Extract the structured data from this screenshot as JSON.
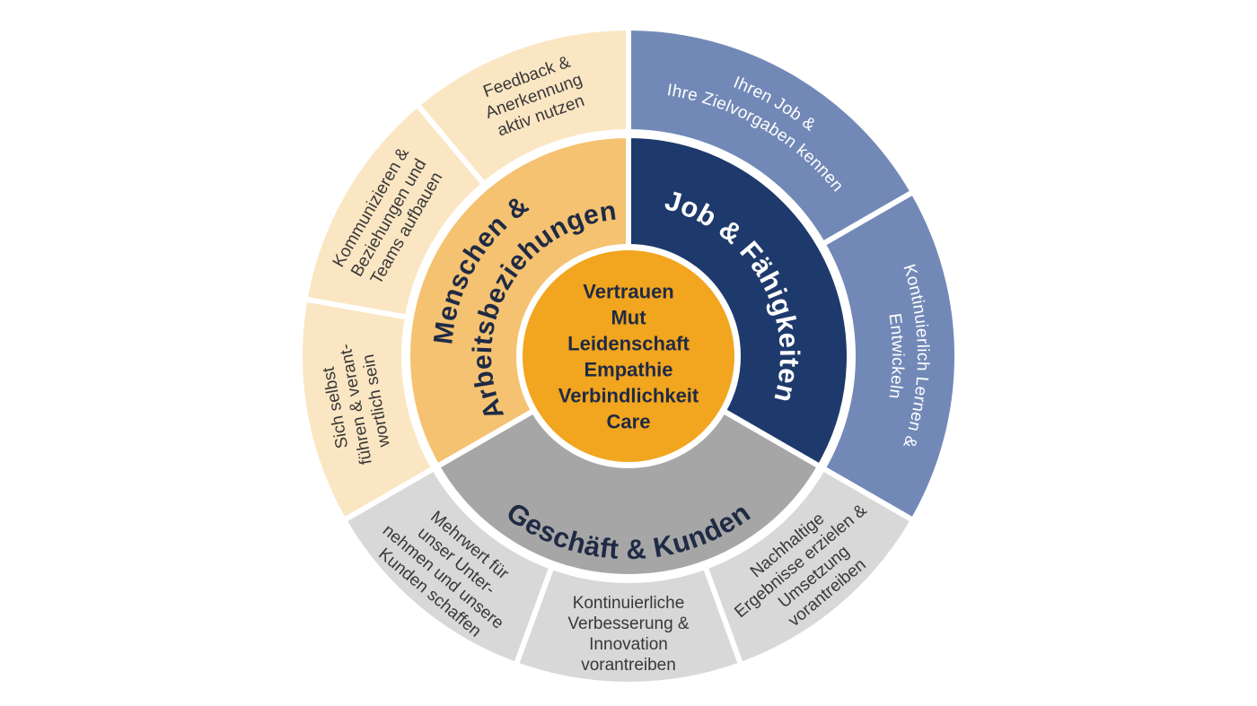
{
  "colors": {
    "background": "#FFFFFF",
    "center_bg": "#F2A51F",
    "center_text": "#1F2A44",
    "dark_text": "#1F2A44",
    "outer_text": "#383838",
    "white_text": "#FFFFFF",
    "menschen_mid": "#F4C271",
    "menschen_outer": "#FBE6C3",
    "job_mid": "#1E3A6C",
    "job_outer": "#7289B7",
    "geschaeft_mid": "#A6A6A6",
    "geschaeft_outer": "#D8D8D8"
  },
  "center": {
    "lines": [
      "Vertrauen",
      "Mut",
      "Leidenschaft",
      "Empathie",
      "Verbindlichkeit",
      "Care"
    ]
  },
  "segments": {
    "menschen": {
      "lines": [
        "Menschen &",
        "Arbeitsbeziehungen"
      ]
    },
    "job": {
      "lines": [
        "Job & Fähigkeiten"
      ]
    },
    "geschaeft": {
      "lines": [
        "Geschäft & Kunden"
      ]
    },
    "sich": {
      "lines": [
        "Sich selbst",
        "führen & verant-",
        "wortlich sein"
      ]
    },
    "kommunizieren": {
      "lines": [
        "Kommunizieren &",
        "Beziehungen und",
        "Teams aufbauen"
      ]
    },
    "feedback": {
      "lines": [
        "Feedback &",
        "Anerkennung",
        "aktiv nutzen"
      ]
    },
    "ihren_job": {
      "lines": [
        "Ihren Job &",
        "Ihre Zielvorgaben kennen"
      ]
    },
    "lernen": {
      "lines": [
        "Kontinuierlich Lernen &",
        "Entwickeln"
      ]
    },
    "nachhaltige": {
      "lines": [
        "Nachhaltige",
        "Ergebnisse erzielen &",
        "Umsetzung",
        "vorantreiben"
      ]
    },
    "verbesserung": {
      "lines": [
        "Kontinuierliche",
        "Verbesserung &",
        "Innovation",
        "vorantreiben"
      ]
    },
    "mehrwert": {
      "lines": [
        "Mehrwert für",
        "unser Unter-",
        "nehmen und unsere",
        "Kunden schaffen"
      ]
    }
  }
}
